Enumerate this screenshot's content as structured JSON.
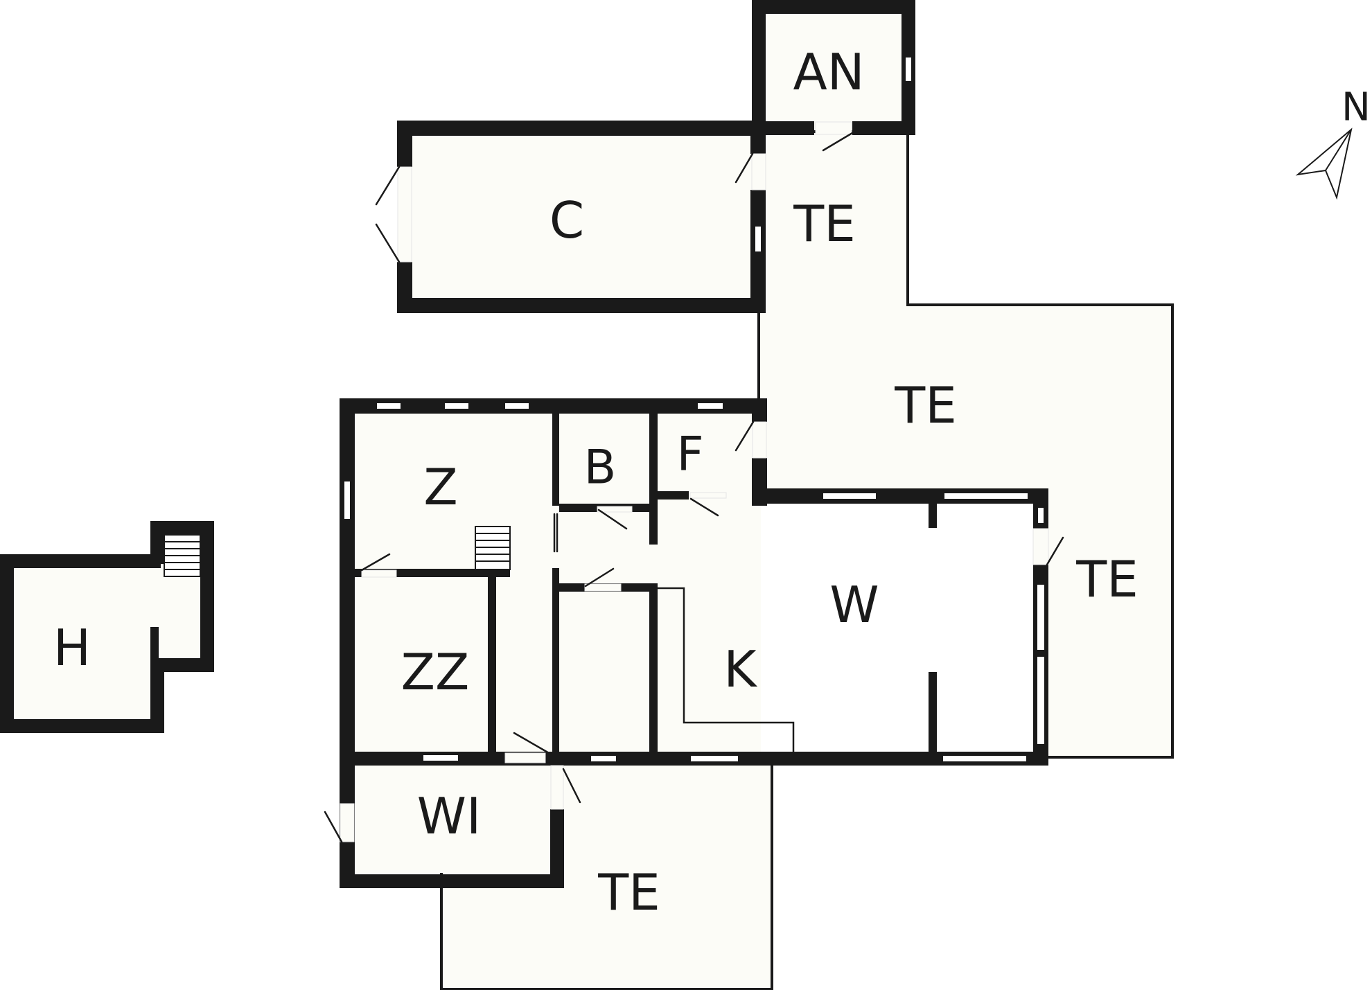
{
  "plan": {
    "colors": {
      "wall": "#1a1a1a",
      "floor": "#fcfcf7",
      "background": "#ffffff"
    },
    "rooms": [
      {
        "id": "an",
        "label": "AN"
      },
      {
        "id": "c",
        "label": "C"
      },
      {
        "id": "te-north",
        "label": "TE"
      },
      {
        "id": "te-east-terrace",
        "label": "TE"
      },
      {
        "id": "te-east",
        "label": "TE"
      },
      {
        "id": "te-south",
        "label": "TE"
      },
      {
        "id": "z",
        "label": "Z"
      },
      {
        "id": "b",
        "label": "B"
      },
      {
        "id": "f",
        "label": "F"
      },
      {
        "id": "w",
        "label": "W"
      },
      {
        "id": "k",
        "label": "K"
      },
      {
        "id": "zz",
        "label": "ZZ"
      },
      {
        "id": "wi",
        "label": "WI"
      },
      {
        "id": "h",
        "label": "H"
      }
    ],
    "compass": {
      "label": "N",
      "icon": "north-arrow-icon"
    }
  }
}
